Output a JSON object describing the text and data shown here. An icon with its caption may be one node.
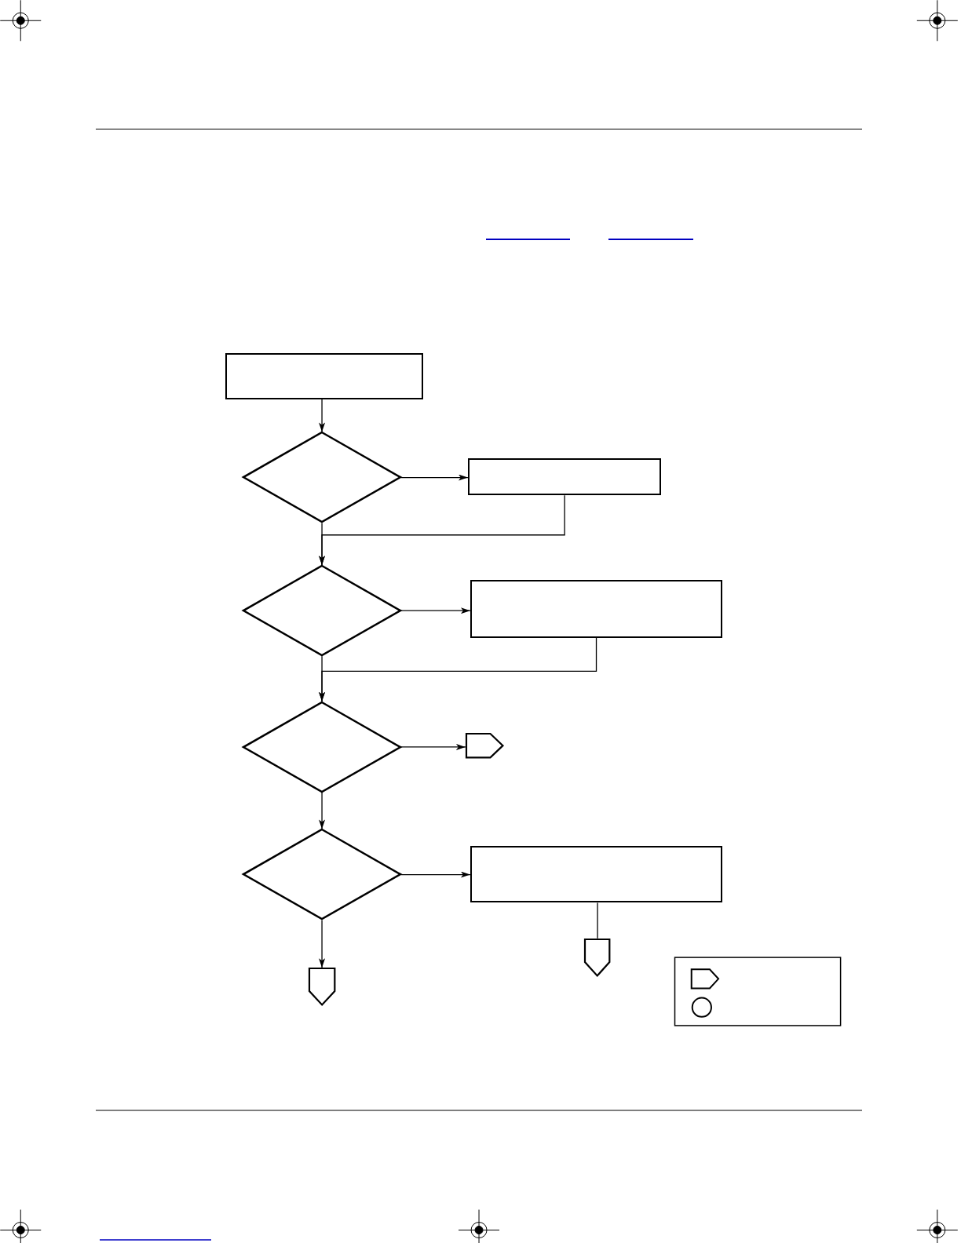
{
  "diagram": {
    "nodes": [
      {
        "text": [],
        "shape": "box"
      },
      {
        "text": [],
        "shape": "diamond"
      },
      {
        "text": [],
        "shape": "box"
      },
      {
        "text": [],
        "shape": "diamond"
      },
      {
        "text": [],
        "shape": "box"
      },
      {
        "text": [],
        "shape": "diamond"
      },
      {
        "text": [],
        "shape": "pentagon"
      },
      {
        "text": [],
        "shape": "diamond"
      },
      {
        "text": [],
        "shape": "box"
      },
      {
        "text": [],
        "shape": "pentagon"
      },
      {
        "text": [],
        "shape": "pentagon"
      }
    ],
    "edges": [
      {
        "from": 0,
        "to": 1,
        "arrow": "to"
      },
      {
        "from": 1,
        "to": 2,
        "arrow": "to"
      },
      {
        "from": 2,
        "to": 3,
        "arrow": "to"
      },
      {
        "from": 1,
        "to": 3,
        "arrow": "to"
      },
      {
        "from": 3,
        "to": 4,
        "arrow": "to"
      },
      {
        "from": 4,
        "to": 5,
        "arrow": "to"
      },
      {
        "from": 3,
        "to": 5,
        "arrow": "to"
      },
      {
        "from": 5,
        "to": 6,
        "arrow": "to"
      },
      {
        "from": 5,
        "to": 7,
        "arrow": "to"
      },
      {
        "from": 7,
        "to": 8,
        "arrow": "to"
      },
      {
        "from": 8,
        "to": 9,
        "arrow": "none"
      },
      {
        "from": 7,
        "to": 10,
        "arrow": "to"
      }
    ]
  }
}
